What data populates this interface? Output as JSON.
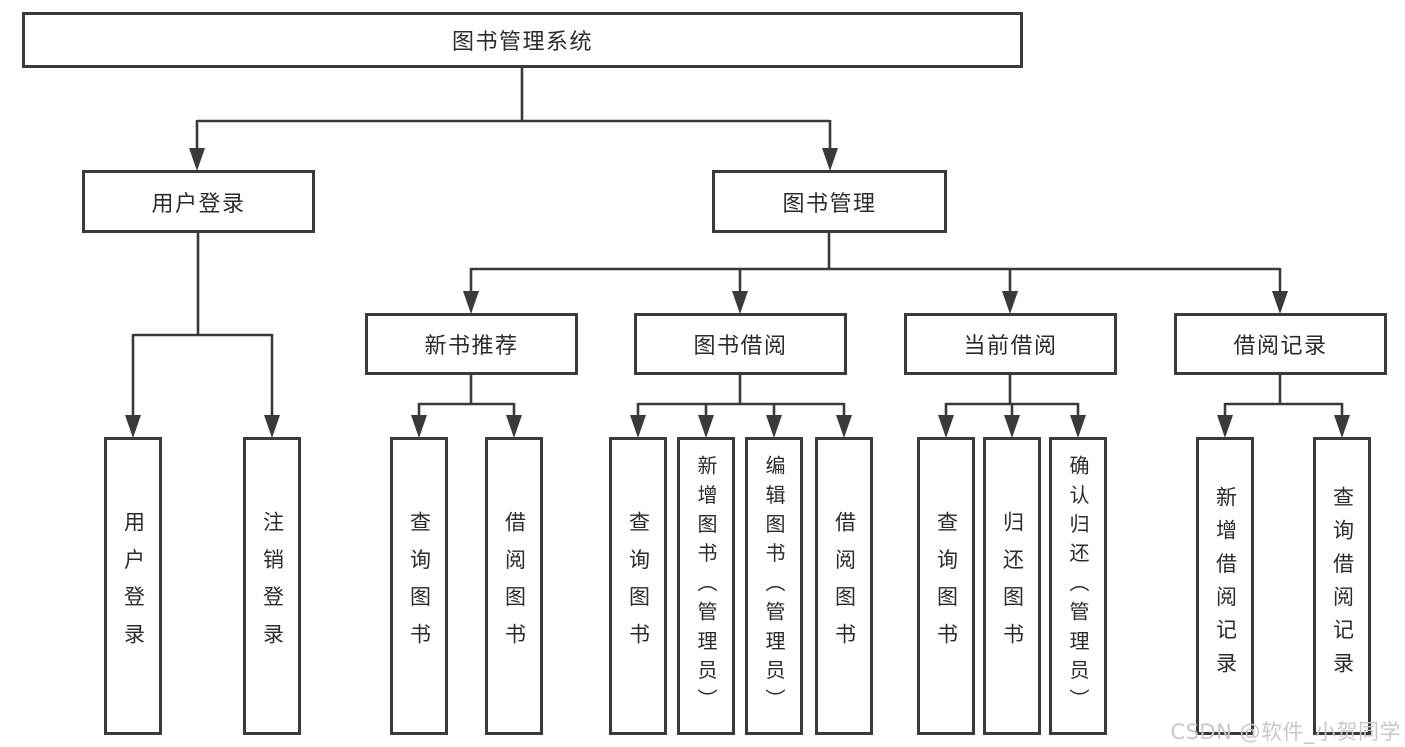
{
  "tree": {
    "root": {
      "label": "图书管理系统"
    },
    "branches": [
      {
        "label": "用户登录",
        "children": [
          {
            "label": "用户登录"
          },
          {
            "label": "注销登录"
          }
        ]
      },
      {
        "label": "图书管理",
        "children": [
          {
            "label": "新书推荐",
            "children": [
              {
                "label": "查询图书"
              },
              {
                "label": "借阅图书"
              }
            ]
          },
          {
            "label": "图书借阅",
            "children": [
              {
                "label": "查询图书"
              },
              {
                "label": "新增图书（管理员）"
              },
              {
                "label": "编辑图书（管理员）"
              },
              {
                "label": "借阅图书"
              }
            ]
          },
          {
            "label": "当前借阅",
            "children": [
              {
                "label": "查询图书"
              },
              {
                "label": "归还图书"
              },
              {
                "label": "确认归还（管理员）"
              }
            ]
          },
          {
            "label": "借阅记录",
            "children": [
              {
                "label": "新增借阅记录"
              },
              {
                "label": "查询借阅记录"
              }
            ]
          }
        ]
      }
    ]
  },
  "watermark": {
    "text": "CSDN @软件_小贺同学"
  },
  "colors": {
    "line": "#3a3a3a",
    "border": "#3a3a3a",
    "text": "#2b2b2b",
    "watermark": "#c7c8ce",
    "background": "#ffffff"
  }
}
